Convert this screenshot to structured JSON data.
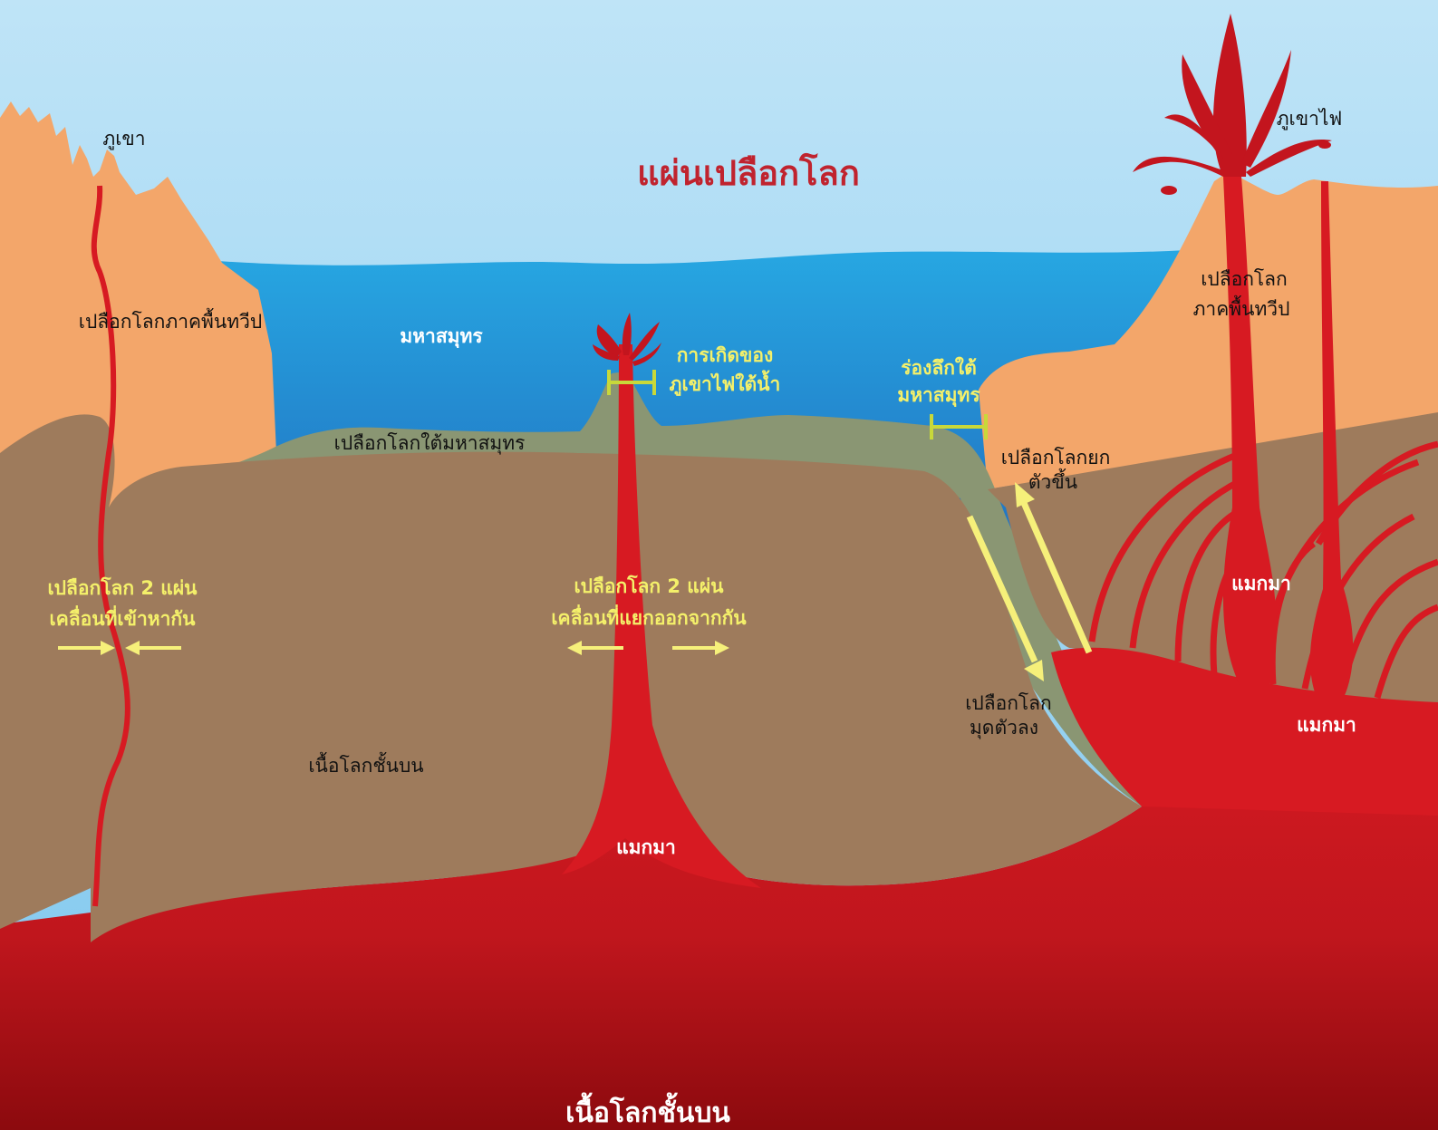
{
  "colors": {
    "sky_top": "#bfe4f7",
    "sky_bottom": "#7ec7ee",
    "ocean_top": "#27a7e2",
    "ocean_bottom": "#1f63b8",
    "continental_crust": "#f3a66a",
    "oceanic_crust": "#8a9673",
    "upper_mantle": "#9e7b5c",
    "magma": "#d71a22",
    "magma_deep": "#8c0a0e",
    "arrow_yellow": "#f6f07a",
    "bracket_green": "#c8d83a",
    "title_red": "#c0232e"
  },
  "labels": {
    "title": "แผ่นเปลือกโลก",
    "mountain": "ภูเขา",
    "continental_crust_left": "เปลือกโลกภาคพื้นทวีป",
    "ocean": "มหาสมุทร",
    "oceanic_crust": "เปลือกโลกใต้มหาสมุทร",
    "seamount_line1": "การเกิดของ",
    "seamount_line2": "ภูเขาไฟใต้น้ำ",
    "trench_line1": "ร่องลึกใต้",
    "trench_line2": "มหาสมุทร",
    "uplift_line1": "เปลือกโลกยก",
    "uplift_line2": "ตัวขึ้น",
    "volcano": "ภูเขาไฟ",
    "continental_crust_right_line1": "เปลือกโลก",
    "continental_crust_right_line2": "ภาคพื้นทวีป",
    "convergent_line1": "เปลือกโลก  2  แผ่น",
    "convergent_line2": "เคลื่อนที่เข้าหากัน",
    "divergent_line1": "เปลือกโลก  2  แผ่น",
    "divergent_line2": "เคลื่อนที่แยกออกจากกัน",
    "subduction_line1": "เปลือกโลก",
    "subduction_line2": "มุดตัวลง",
    "upper_mantle_mid": "เนื้อโลกชั้นบน",
    "magma_ridge": "แมกมา",
    "magma_volcano_1": "แมกมา",
    "magma_volcano_2": "แมกมา",
    "upper_mantle_bottom": "เนื้อโลกชั้นบน"
  }
}
